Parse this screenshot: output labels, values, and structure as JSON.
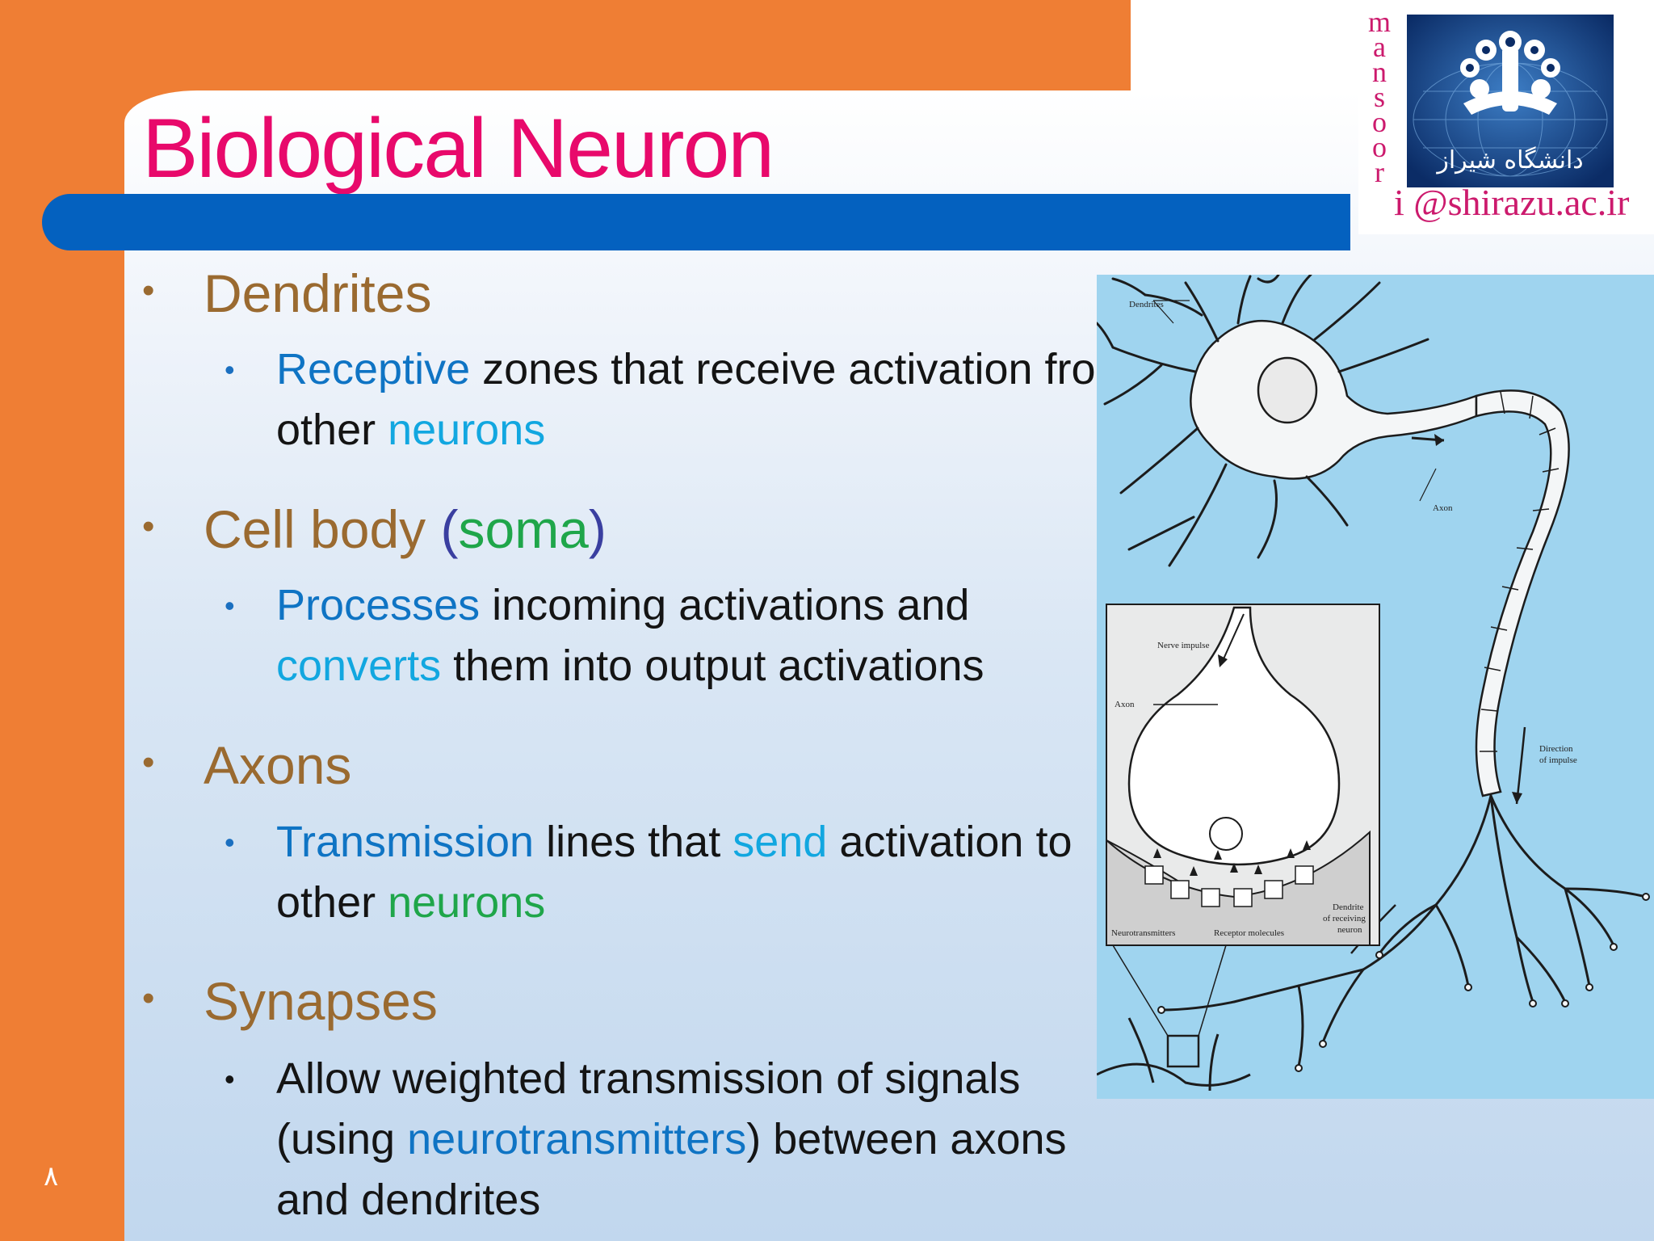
{
  "slide": {
    "title": "Biological Neuron",
    "slide_number": "۸"
  },
  "logo": {
    "vertical_letters": [
      "m",
      "a",
      "n",
      "s",
      "o",
      "o",
      "r"
    ],
    "email": "i @shirazu.ac.ir",
    "emblem_text": "دانشگاه شیراز"
  },
  "bullets": [
    {
      "heading_parts": [
        "Dendrites"
      ],
      "sub_parts": [
        "Receptive",
        " zones that receive activation from other ",
        "neurons"
      ]
    },
    {
      "heading_parts": [
        "Cell body ",
        "(",
        "soma",
        ")"
      ],
      "sub_parts": [
        "Processes",
        " incoming activations and ",
        "converts",
        " them into output activations"
      ]
    },
    {
      "heading_parts": [
        "Axons"
      ],
      "sub_parts": [
        "Transmission",
        " lines that ",
        "send",
        " activation to other ",
        "neurons"
      ]
    },
    {
      "heading_parts": [
        "Synapses"
      ],
      "sub_parts": [
        "Allow weighted transmission of signals (using ",
        "neurotransmitters",
        ") between axons and dendrites"
      ]
    }
  ],
  "figure_labels": {
    "dendrites": "Dendrites",
    "axon": "Axon",
    "direction": "Direction",
    "of_impulse": "of impulse",
    "nerve_impulse": "Nerve impulse",
    "axon_inset": "Axon",
    "dendrite_of": "Dendrite",
    "of_receiving": "of receiving",
    "neuron": "neuron",
    "neurotransmitters": "Neurotransmitters",
    "receptor_molecules": "Receptor molecules"
  },
  "colors": {
    "background_orange": "#ef7e34",
    "title_pink": "#e8096b",
    "rule_blue": "#0461bf",
    "heading_brown": "#9a6a30",
    "accent_blue": "#0f74c4",
    "accent_cyan": "#12a7e0",
    "accent_green": "#1fa64a"
  }
}
